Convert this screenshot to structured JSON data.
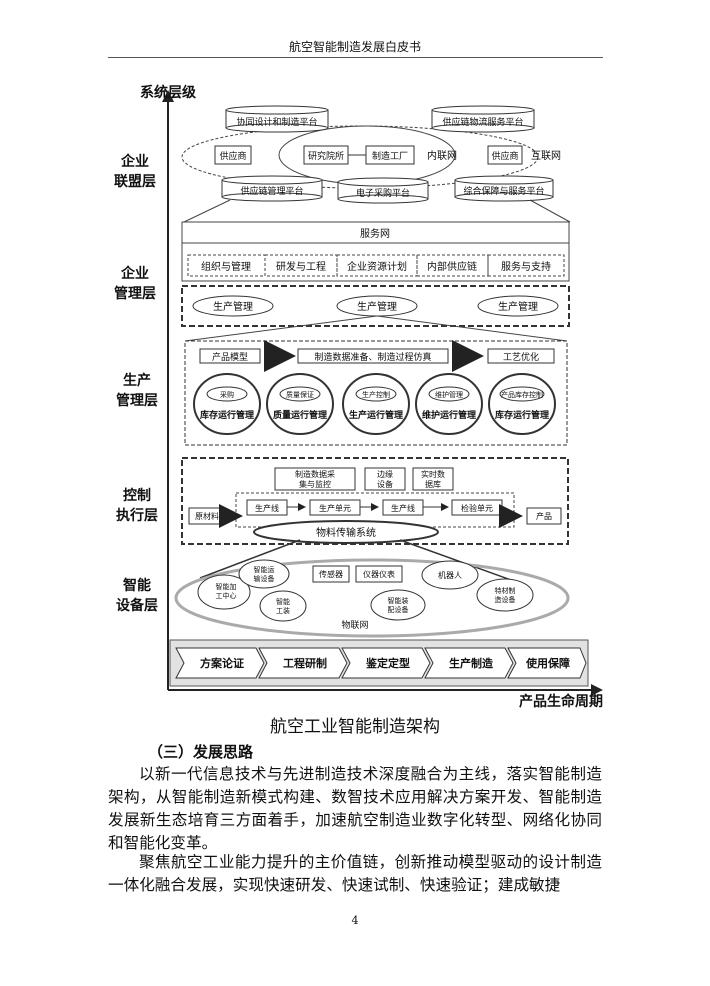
{
  "header": {
    "title": "航空智能制造发展白皮书"
  },
  "figure": {
    "y_axis_label": "系统层级",
    "x_axis_label": "产品生命周期",
    "caption": "航空工业智能制造架构",
    "levels": {
      "enterprise_alliance": "企业联盟层",
      "enterprise_management": "企业管理层",
      "production_management": "生产管理层",
      "control_execution": "控制执行层",
      "smart_equipment": "智能设备层"
    },
    "alliance": {
      "collab_platform": "协同设计和制造平台",
      "logistics_platform": "供应链物流服务平台",
      "supplier_left": "供应商",
      "institute": "研究院所",
      "factory": "制造工厂",
      "intranet": "内联网",
      "supplier_right": "供应商",
      "internet": "互联网",
      "scm_platform": "供应链管理平台",
      "procurement_platform": "电子采购平台",
      "support_platform": "综合保障与服务平台"
    },
    "management": {
      "service_net": "服务网",
      "items": [
        "组织与管理",
        "研发与工程",
        "企业资源计划",
        "内部供应链",
        "服务与支持"
      ],
      "prod_mgmt": [
        "生产管理",
        "生产管理",
        "生产管理"
      ]
    },
    "production": {
      "product_model": "产品模型",
      "data_prep": "制造数据准备、制造过程仿真",
      "process_opt": "工艺优化",
      "circles": [
        {
          "small": "采购",
          "big": "库存运行管理"
        },
        {
          "small": "质量保证",
          "big": "质量运行管理"
        },
        {
          "small": "生产控制",
          "big": "生产运行管理"
        },
        {
          "small": "维护管理",
          "big": "维护运行管理"
        },
        {
          "small": "产品库存控制",
          "big": "库存运行管理"
        }
      ]
    },
    "control": {
      "data_collect": "制造数据采集与监控",
      "edge": "边缘设备",
      "rtdb": "实时数据库",
      "raw_material": "原材料",
      "line1": "生产线",
      "unit": "生产单元",
      "line2": "生产线",
      "inspection": "检验单元",
      "product": "产品",
      "conveyor": "物料传输系统"
    },
    "equipment": {
      "machining": "智能加工中心",
      "transport": "智能运输设备",
      "tooling": "智能工装",
      "sensor": "传感器",
      "instrument": "仪器仪表",
      "assembly": "智能装配设备",
      "robot": "机器人",
      "special": "特材制造设备",
      "iot": "物联网"
    },
    "lifecycle": [
      "方案论证",
      "工程研制",
      "鉴定定型",
      "生产制造",
      "使用保障"
    ]
  },
  "section": {
    "heading": "（三）发展思路"
  },
  "paragraphs": [
    "以新一代信息技术与先进制造技术深度融合为主线，落实智能制造架构，从智能制造新模式构建、数智技术应用解决方案开发、智能制造发展新生态培育三方面着手，加速航空制造业数字化转型、网络化协同和智能化变革。",
    "聚焦航空工业能力提升的主价值链，创新推动模型驱动的设计制造一体化融合发展，实现快速研发、快速试制、快速验证；建成敏捷"
  ],
  "page_number": "4"
}
